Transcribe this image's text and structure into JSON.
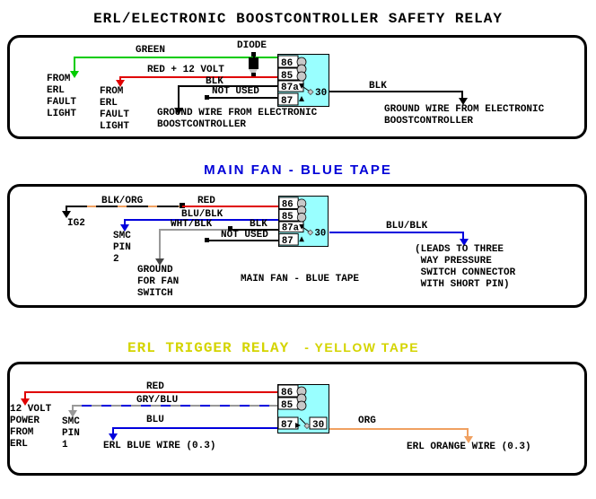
{
  "title_top": "ERL/ELECTRONIC BOOSTCONTROLLER SAFETY RELAY",
  "colors": {
    "green": "#00CC00",
    "red": "#E00000",
    "blue": "#0000DD",
    "gray": "#999999",
    "dark_gray": "#444444",
    "orange": "#F0A060",
    "black": "#000000",
    "relay_body": "#99FFFF",
    "coil": "#C8C8C8",
    "blue_title": "#0000D8",
    "yellow_title": "#D4D400"
  },
  "relay_pins": {
    "p86": "86",
    "p85": "85",
    "p87a": "87a",
    "p87": "87",
    "p30": "30"
  },
  "panel1": {
    "wire_green_label": "GREEN",
    "diode_label": "DIODE",
    "wire_red_label": "RED + 12 VOLT",
    "wire_blk_label": "BLK",
    "not_used_label": "NOT USED",
    "from_erl_1": "FROM\nERL\nFAULT\nLIGHT",
    "from_erl_2": "FROM\nERL\nFAULT\nLIGHT",
    "ground_left": "GROUND WIRE FROM ELECTRONIC\nBOOSTCONTROLLER",
    "wire_blk_right_label": "BLK",
    "ground_right": "GROUND WIRE FROM ELECTRONIC\nBOOSTCONTROLLER"
  },
  "section2_title": "MAIN FAN - BLUE TAPE",
  "panel2": {
    "wire_blkorg_label": "BLK/ORG",
    "wire_red_label": "RED",
    "ig2_label": "IG2",
    "wire_blublk_label": "BLU/BLK",
    "smc_pin2": "SMC\nPIN\n2",
    "wire_whtblk_label": "WHT/BLK",
    "wire_blk_label": "BLK",
    "not_used_label": "NOT USED",
    "ground_fan": "GROUND\nFOR FAN\nSWITCH",
    "wire_blublk_right_label": "BLU/BLK",
    "leads_note": "(LEADS TO THREE\n WAY PRESSURE\n SWITCH CONNECTOR\n WITH SHORT PIN)",
    "caption": "MAIN FAN - BLUE TAPE"
  },
  "section3_title_part1": "ERL TRIGGER RELAY",
  "section3_title_part2": "- YELLOW TAPE",
  "panel3": {
    "wire_red_label": "RED",
    "wire_gryblu_label": "GRY/BLU",
    "twelve_volt": "12 VOLT\nPOWER\nFROM\nERL",
    "smc_pin1": "SMC\nPIN\n1",
    "wire_blu_label": "BLU",
    "erl_blue_wire": "ERL BLUE WIRE (0.3)",
    "wire_org_label": "ORG",
    "erl_orange_wire": "ERL ORANGE WIRE (0.3)"
  }
}
